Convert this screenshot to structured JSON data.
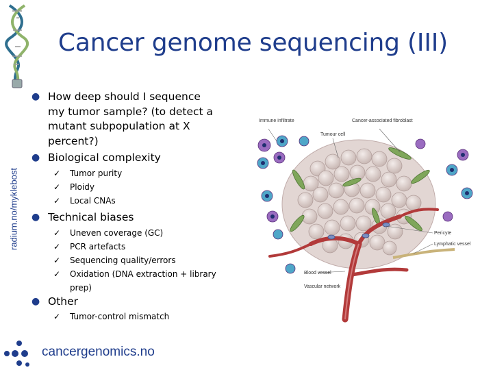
{
  "title": "Cancer genome sequencing (III)",
  "side_text": "radium.no/myklebost",
  "footer": "cancergenomics.no",
  "icons": {
    "bullet": "bullet-dot",
    "check": "checkmark"
  },
  "bullets": [
    {
      "text": "How deep should I sequence my tumor sample? (to detect a mutant subpopulation at X percent?)",
      "subitems": []
    },
    {
      "text": "Biological complexity",
      "subitems": [
        "Tumor purity",
        "Ploidy",
        "Local CNAs"
      ]
    },
    {
      "text": "Technical biases",
      "subitems": [
        "Uneven coverage (GC)",
        "PCR artefacts",
        "Sequencing quality/errors",
        "Oxidation (DNA extraction + library prep)"
      ]
    },
    {
      "text": "Other",
      "subitems": [
        "Tumor-control mismatch"
      ]
    }
  ],
  "figure_labels": {
    "immune": "Immune infiltrate",
    "tumour_cell": "Tumour cell",
    "caf": "Cancer-associated fibroblast",
    "pericyte": "Pericyte",
    "lymphatic": "Lymphatic vessel",
    "blood": "Blood vessel",
    "vascular": "Vascular network"
  }
}
